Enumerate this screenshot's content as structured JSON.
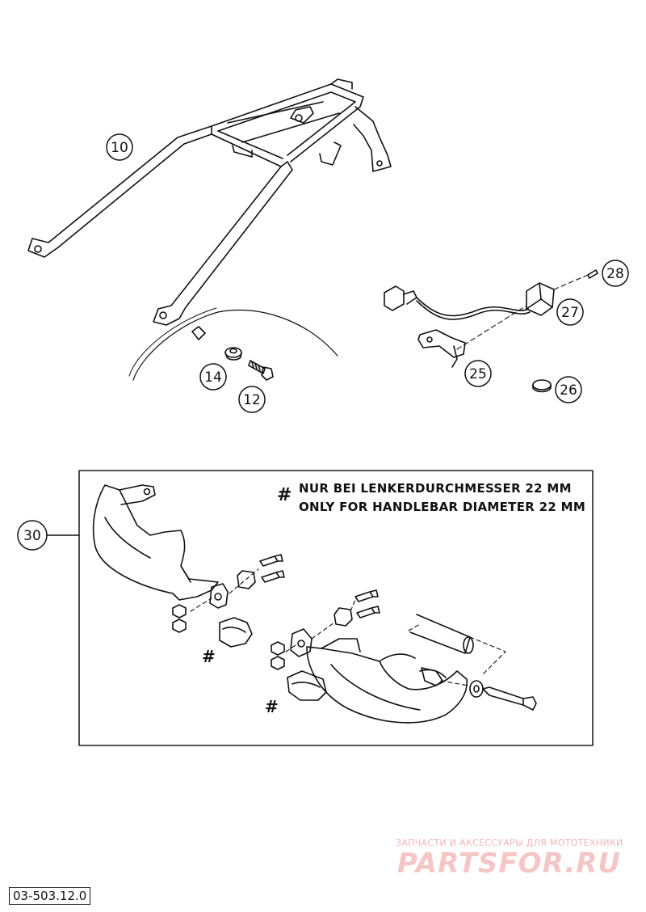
{
  "callouts": [
    "10",
    "14",
    "12",
    "28",
    "27",
    "25",
    "26",
    "30"
  ],
  "note": {
    "symbol": "#",
    "line1": "NUR BEI LENKERDURCHMESSER 22 MM",
    "line2": "ONLY FOR HANDLEBAR DIAMETER 22 MM"
  },
  "hash_marks": [
    "#",
    "#"
  ],
  "reference_code": "03-503.12.0",
  "watermark": {
    "tagline": "ЗАПЧАСТИ И АКСЕССУАРЫ ДЛЯ МОТОТЕХНИКИ",
    "brand": "PARTSFOR.RU"
  }
}
